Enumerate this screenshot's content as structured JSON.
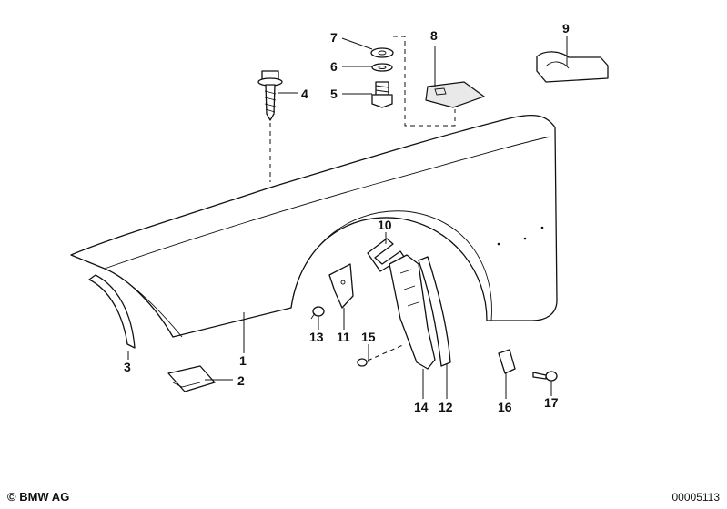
{
  "callouts": {
    "c1": "1",
    "c2": "2",
    "c3": "3",
    "c4": "4",
    "c5": "5",
    "c6": "6",
    "c7": "7",
    "c8": "8",
    "c9": "9",
    "c10": "10",
    "c11": "11",
    "c12": "12",
    "c13": "13",
    "c14": "14",
    "c15": "15",
    "c16": "16",
    "c17": "17"
  },
  "footer": {
    "copyright": "© BMW AG",
    "doc_number": "00005113"
  }
}
